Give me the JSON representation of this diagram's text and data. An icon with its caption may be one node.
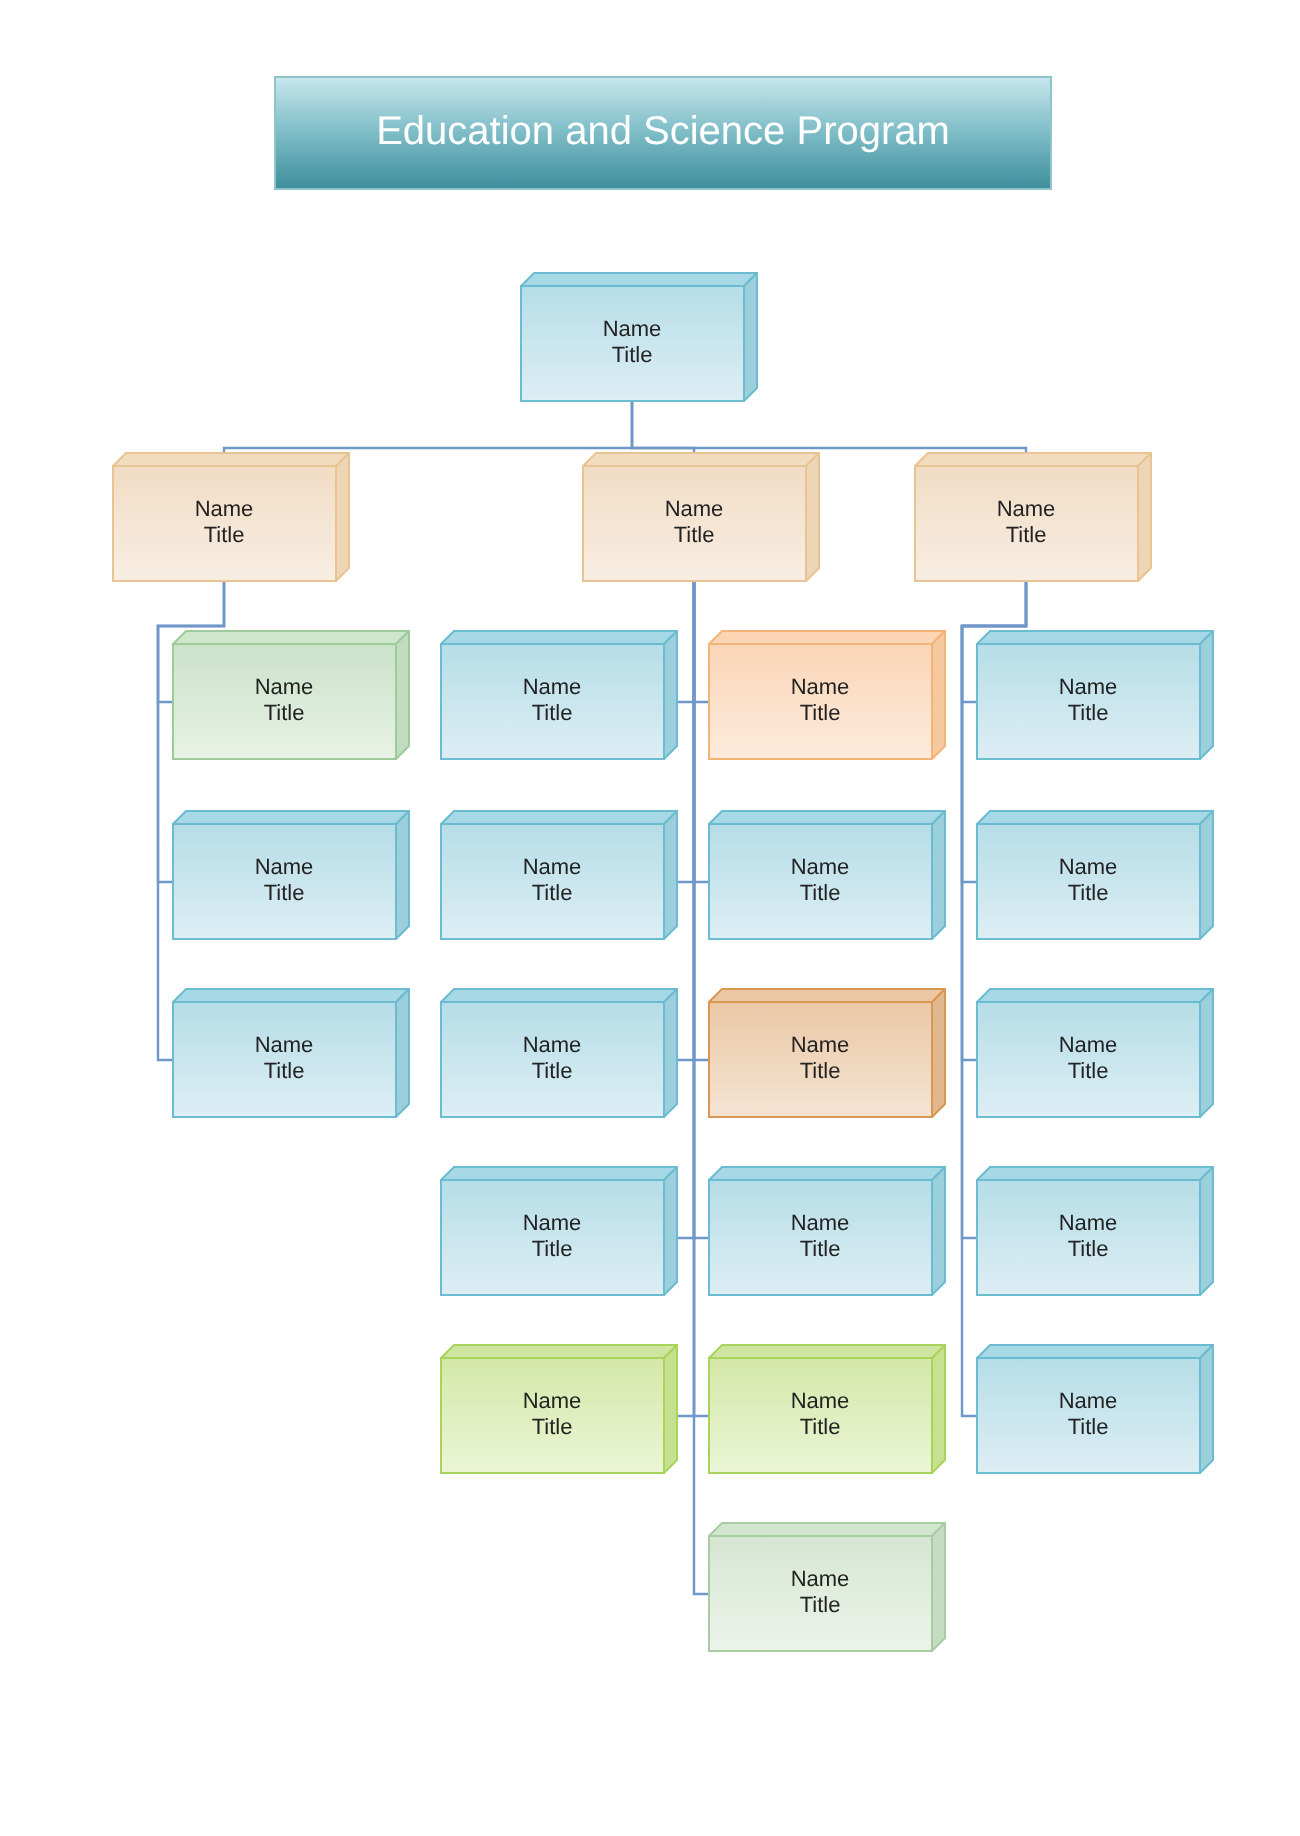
{
  "diagram": {
    "title": "Education and Science Program",
    "nodes": [
      {
        "text": [
          "Name",
          "Title"
        ]
      },
      {
        "text": [
          "Name",
          "Title"
        ]
      },
      {
        "text": [
          "Name",
          "Title"
        ]
      },
      {
        "text": [
          "Name",
          "Title"
        ]
      },
      {
        "text": [
          "Name",
          "Title"
        ]
      },
      {
        "text": [
          "Name",
          "Title"
        ]
      },
      {
        "text": [
          "Name",
          "Title"
        ]
      },
      {
        "text": [
          "Name",
          "Title"
        ]
      },
      {
        "text": [
          "Name",
          "Title"
        ]
      },
      {
        "text": [
          "Name",
          "Title"
        ]
      },
      {
        "text": [
          "Name",
          "Title"
        ]
      },
      {
        "text": [
          "Name",
          "Title"
        ]
      },
      {
        "text": [
          "Name",
          "Title"
        ]
      },
      {
        "text": [
          "Name",
          "Title"
        ]
      },
      {
        "text": [
          "Name",
          "Title"
        ]
      },
      {
        "text": [
          "Name",
          "Title"
        ]
      },
      {
        "text": [
          "Name",
          "Title"
        ]
      },
      {
        "text": [
          "Name",
          "Title"
        ]
      },
      {
        "text": [
          "Name",
          "Title"
        ]
      },
      {
        "text": [
          "Name",
          "Title"
        ]
      },
      {
        "text": [
          "Name",
          "Title"
        ]
      },
      {
        "text": [
          "Name",
          "Title"
        ]
      },
      {
        "text": [
          "Name",
          "Title"
        ]
      }
    ],
    "edges": [
      {
        "from": 0,
        "to": 1,
        "arrow": "none"
      },
      {
        "from": 0,
        "to": 2,
        "arrow": "none"
      },
      {
        "from": 0,
        "to": 3,
        "arrow": "none"
      },
      {
        "from": 1,
        "to": 4,
        "arrow": "none"
      },
      {
        "from": 1,
        "to": 5,
        "arrow": "none"
      },
      {
        "from": 1,
        "to": 6,
        "arrow": "none"
      },
      {
        "from": 2,
        "to": 7,
        "arrow": "none"
      },
      {
        "from": 2,
        "to": 8,
        "arrow": "none"
      },
      {
        "from": 2,
        "to": 9,
        "arrow": "none"
      },
      {
        "from": 2,
        "to": 10,
        "arrow": "none"
      },
      {
        "from": 2,
        "to": 11,
        "arrow": "none"
      },
      {
        "from": 2,
        "to": 12,
        "arrow": "none"
      },
      {
        "from": 2,
        "to": 13,
        "arrow": "none"
      },
      {
        "from": 2,
        "to": 14,
        "arrow": "none"
      },
      {
        "from": 2,
        "to": 15,
        "arrow": "none"
      },
      {
        "from": 2,
        "to": 16,
        "arrow": "none"
      },
      {
        "from": 2,
        "to": 17,
        "arrow": "none"
      },
      {
        "from": 3,
        "to": 18,
        "arrow": "none"
      },
      {
        "from": 3,
        "to": 19,
        "arrow": "none"
      },
      {
        "from": 3,
        "to": 20,
        "arrow": "none"
      },
      {
        "from": 3,
        "to": 21,
        "arrow": "none"
      },
      {
        "from": 3,
        "to": 22,
        "arrow": "none"
      }
    ]
  }
}
